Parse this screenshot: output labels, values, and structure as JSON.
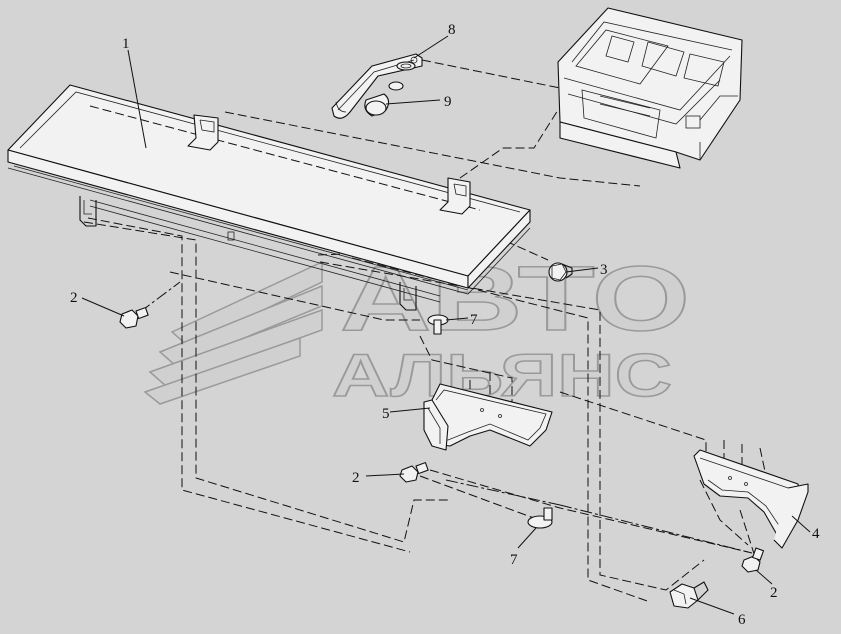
{
  "watermark": {
    "line1": "АВТО",
    "line2": "АЛЬЯНС"
  },
  "callouts": [
    {
      "id": "c1",
      "label": "1"
    },
    {
      "id": "c2a",
      "label": "2"
    },
    {
      "id": "c2b",
      "label": "2"
    },
    {
      "id": "c2c",
      "label": "2"
    },
    {
      "id": "c3",
      "label": "3"
    },
    {
      "id": "c4",
      "label": "4"
    },
    {
      "id": "c5",
      "label": "5"
    },
    {
      "id": "c6",
      "label": "6"
    },
    {
      "id": "c7a",
      "label": "7"
    },
    {
      "id": "c7b",
      "label": "7"
    },
    {
      "id": "c8",
      "label": "8"
    },
    {
      "id": "c9",
      "label": "9"
    }
  ],
  "colors": {
    "background": "#d4d4d4",
    "line": "#111111",
    "watermark_fill": "#d0d0d0",
    "watermark_stroke": "#9a9a9a"
  }
}
